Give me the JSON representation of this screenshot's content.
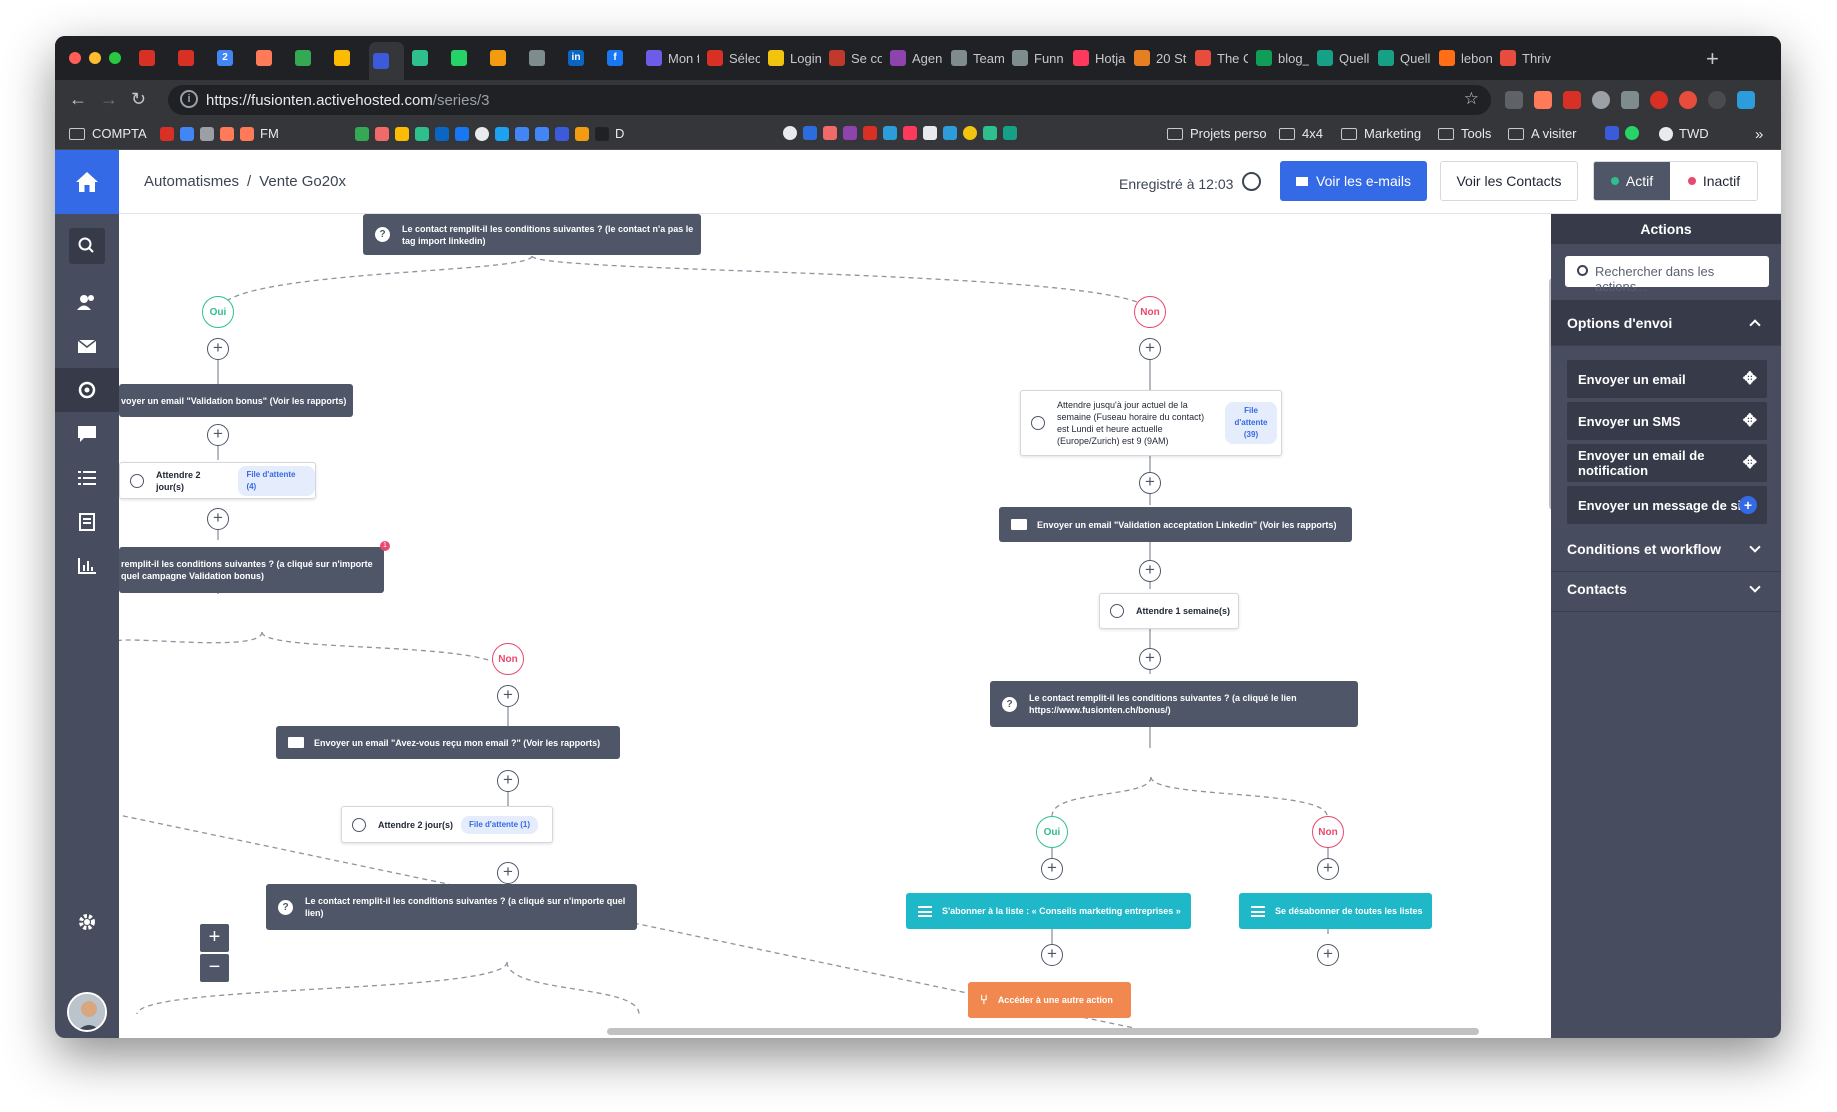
{
  "browser": {
    "tabs": [
      {
        "label": "",
        "color": "#d93025"
      },
      {
        "label": "",
        "color": "#d93025"
      },
      {
        "label": "2",
        "color": "#4285f4"
      },
      {
        "label": "",
        "color": "#ff7a59"
      },
      {
        "label": "",
        "color": "#34a853"
      },
      {
        "label": "",
        "color": "#fbbc04"
      },
      {
        "label": "",
        "color": "#3b5bdb"
      },
      {
        "label": "",
        "color": "#2fbf8c"
      },
      {
        "label": "",
        "color": "#25d366"
      },
      {
        "label": "",
        "color": "#f39c12"
      },
      {
        "label": "",
        "color": "#7f8c8d"
      },
      {
        "label": "in",
        "color": "#0a66c2"
      },
      {
        "label": "f",
        "color": "#1877f2"
      },
      {
        "label": "Mon t",
        "color": "#6c5ce7"
      },
      {
        "label": "Sélec",
        "color": "#d93025"
      },
      {
        "label": "Login",
        "color": "#f1c40f"
      },
      {
        "label": "Se co",
        "color": "#c0392b"
      },
      {
        "label": "Agen",
        "color": "#8e44ad"
      },
      {
        "label": "Team",
        "color": "#7f8c8d"
      },
      {
        "label": "Funn",
        "color": "#7f8c8d"
      },
      {
        "label": "Hotja",
        "color": "#fd3a5c"
      },
      {
        "label": "20 St",
        "color": "#e67e22"
      },
      {
        "label": "The C",
        "color": "#e74c3c"
      },
      {
        "label": "blog_",
        "color": "#0f9d58"
      },
      {
        "label": "Quell",
        "color": "#16a085"
      },
      {
        "label": "Quell",
        "color": "#16a085"
      },
      {
        "label": "lebon",
        "color": "#ff6e14"
      },
      {
        "label": "Thriv",
        "color": "#e74c3c"
      }
    ],
    "new_tab": "+",
    "url_host": "https://fusionten.activehosted.com",
    "url_path": "/series/3",
    "bookmarks": [
      {
        "label": "COMPTA",
        "type": "folder"
      },
      {
        "label": "FM",
        "type": "link"
      },
      {
        "label": "D",
        "type": "link"
      },
      {
        "label": "Projets perso",
        "type": "folder"
      },
      {
        "label": "4x4",
        "type": "folder"
      },
      {
        "label": "Marketing",
        "type": "folder"
      },
      {
        "label": "Tools",
        "type": "folder"
      },
      {
        "label": "A visiter",
        "type": "folder"
      },
      {
        "label": "TWD",
        "type": "link"
      }
    ],
    "bookmarks_more": "»"
  },
  "header": {
    "breadcrumb_root": "Automatismes",
    "breadcrumb_sep": "/",
    "breadcrumb_current": "Vente Go20x",
    "saved_label": "Enregistré à 12:03",
    "view_emails_label": "Voir les e-mails",
    "view_contacts_label": "Voir les Contacts",
    "active_label": "Actif",
    "inactive_label": "Inactif",
    "colors": {
      "accent": "#356ae6",
      "active_dot": "#2fbf8c",
      "inactive_dot": "#e8496e"
    }
  },
  "nav": {
    "icons": [
      "home-icon",
      "search-icon",
      "contacts-icon",
      "campaigns-icon",
      "automations-icon",
      "conversations-icon",
      "lists-icon",
      "forms-icon",
      "reports-icon",
      "settings-icon"
    ]
  },
  "workflow": {
    "condition_top": "Le contact remplit-il les conditions suivantes ? (le contact n'a pas le tag import linkedin)",
    "yes": "Oui",
    "no": "Non",
    "left_email_bonus": "voyer un email \"Validation bonus\" (Voir les rapports)",
    "left_wait": "Attendre 2 jour(s)",
    "left_wait_queue": "File d'attente (4)",
    "left_condition": "remplit-il les conditions suivantes ? (a cliqué sur n'importe quel campagne Validation bonus)",
    "left_condition_flag": "1",
    "mid_email": "Envoyer un email \"Avez-vous reçu mon email ?\" (Voir les rapports)",
    "mid_wait": "Attendre 2 jour(s)",
    "mid_wait_queue": "File d'attente (1)",
    "mid_condition": "Le contact remplit-il les conditions suivantes ? (a cliqué sur n'importe quel lien)",
    "right_wait_until": "Attendre jusqu'à jour actuel de la semaine (Fuseau horaire du contact) est Lundi et heure actuelle (Europe/Zurich) est 9 (9AM)",
    "right_wait_until_queue": "File d'attente (39)",
    "right_email": "Envoyer un email \"Validation acceptation Linkedin\" (Voir les rapports)",
    "right_wait_week": "Attendre 1 semaine(s)",
    "right_condition": "Le contact remplit-il les conditions suivantes ? (a cliqué le lien https://www.fusionten.ch/bonus/)",
    "subscribe": "S'abonner à la liste : « Conseils marketing entreprises »",
    "unsubscribe": "Se désabonner de toutes les listes",
    "goto": "Accéder à une autre action",
    "plus": "+",
    "zoom_in": "+",
    "zoom_out": "−"
  },
  "panel": {
    "title": "Actions",
    "search_placeholder": "Rechercher dans les actions...",
    "sections": [
      {
        "label": "Options d'envoi",
        "open": true
      },
      {
        "label": "Conditions et workflow",
        "open": false
      },
      {
        "label": "Contacts",
        "open": false
      }
    ],
    "actions": [
      "Envoyer un email",
      "Envoyer un SMS",
      "Envoyer un email de notification",
      "Envoyer un message de site"
    ]
  }
}
